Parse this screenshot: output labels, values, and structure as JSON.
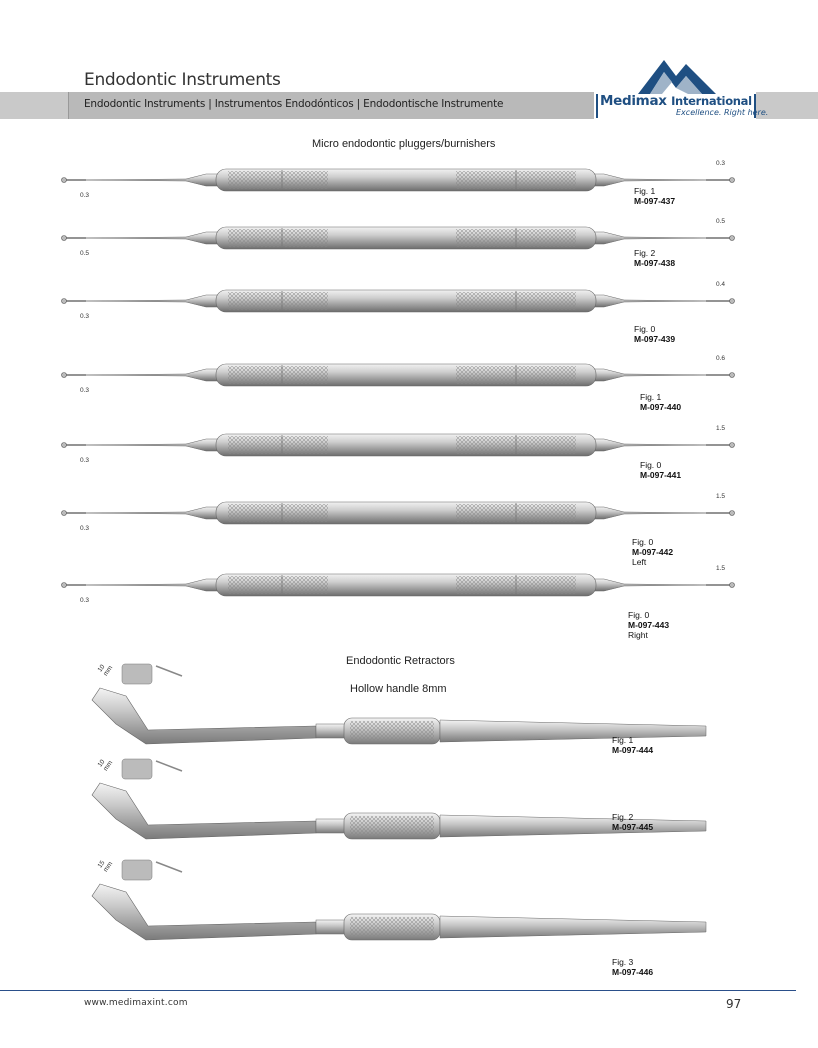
{
  "header": {
    "title": "Endodontic Instruments",
    "subtitle": "Endodontic Instruments | Instrumentos Endodónticos | Endodontische Instrumente"
  },
  "logo": {
    "name": "Medimax",
    "name_suffix": "International",
    "tagline": "Excellence. Right here.",
    "brand_color": "#1f4f82",
    "accent_color": "#9fb3c8"
  },
  "sections": {
    "pluggers_title": "Micro endodontic pluggers/burnishers",
    "retractors_title": "Endodontic Retractors",
    "retractors_subtitle": "Hollow handle   8mm"
  },
  "pluggers": [
    {
      "fig": "Fig. 1",
      "code": "M-097-437",
      "extra": "",
      "meas_left": "0.3",
      "meas_right": "0.3"
    },
    {
      "fig": "Fig. 2",
      "code": "M-097-438",
      "extra": "",
      "meas_left": "0.5",
      "meas_right": "0.5"
    },
    {
      "fig": "Fig. 0",
      "code": "M-097-439",
      "extra": "",
      "meas_left": "0.3",
      "meas_right": "0.4"
    },
    {
      "fig": "Fig. 1",
      "code": "M-097-440",
      "extra": "",
      "meas_left": "0.3",
      "meas_right": "0.6"
    },
    {
      "fig": "Fig. 0",
      "code": "M-097-441",
      "extra": "",
      "meas_left": "0.3",
      "meas_right": "1.5"
    },
    {
      "fig": "Fig. 0",
      "code": "M-097-442",
      "extra": "Left",
      "meas_left": "0.3",
      "meas_right": "1.5"
    },
    {
      "fig": "Fig. 0",
      "code": "M-097-443",
      "extra": "Right",
      "meas_left": "0.3",
      "meas_right": "1.5"
    }
  ],
  "retractors": [
    {
      "fig": "Fig. 1",
      "code": "M-097-444",
      "blade": "10 mm"
    },
    {
      "fig": "Fig. 2",
      "code": "M-097-445",
      "blade": "10 mm"
    },
    {
      "fig": "Fig. 3",
      "code": "M-097-446",
      "blade": "15 mm"
    }
  ],
  "footer": {
    "url": "www.medimaxint.com",
    "page": "97"
  }
}
